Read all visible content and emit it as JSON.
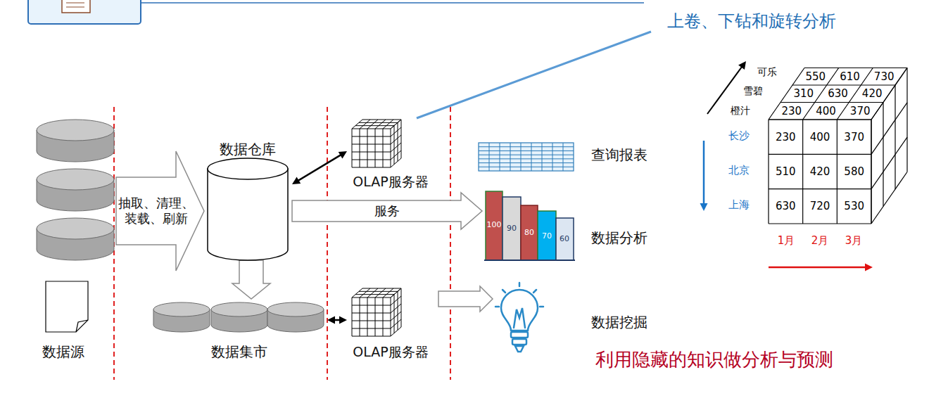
{
  "diagram": {
    "nodes": [
      {
        "text": [
          "数据源"
        ]
      },
      {
        "text": [
          "数据仓库"
        ]
      },
      {
        "text": [
          "OLAP服务器"
        ]
      },
      {
        "text": [
          "查询报表"
        ]
      },
      {
        "text": [
          "数据分析"
        ]
      },
      {
        "text": [
          "数据集市"
        ]
      },
      {
        "text": [
          "OLAP服务器"
        ]
      },
      {
        "text": [
          "数据挖掘"
        ]
      }
    ],
    "edges": [
      {
        "from": 0,
        "to": 1,
        "label": "抽取、清理、 装载、刷新",
        "arrow": "to"
      },
      {
        "from": 1,
        "to": 2,
        "arrow": "both"
      },
      {
        "from": 1,
        "to": 4,
        "label": "服务",
        "arrow": "to"
      },
      {
        "from": 1,
        "to": 5,
        "arrow": "to"
      },
      {
        "from": 5,
        "to": 6,
        "arrow": "both"
      },
      {
        "from": 6,
        "to": 7,
        "arrow": "to"
      }
    ],
    "labels": [
      "上卷、下钻和旋转分析",
      "可乐",
      "550",
      "610",
      "730",
      "雪碧",
      "310",
      "630",
      "420",
      "橙汁",
      "230",
      "400",
      "370",
      "长沙",
      "230",
      "400",
      "370",
      "北京",
      "510",
      "420",
      "580",
      "上海",
      "630",
      "720",
      "530",
      "1月",
      "2月",
      "3月",
      "100",
      "90",
      "80",
      "70",
      "60",
      "利用隐藏的知识做分析与预测"
    ]
  }
}
